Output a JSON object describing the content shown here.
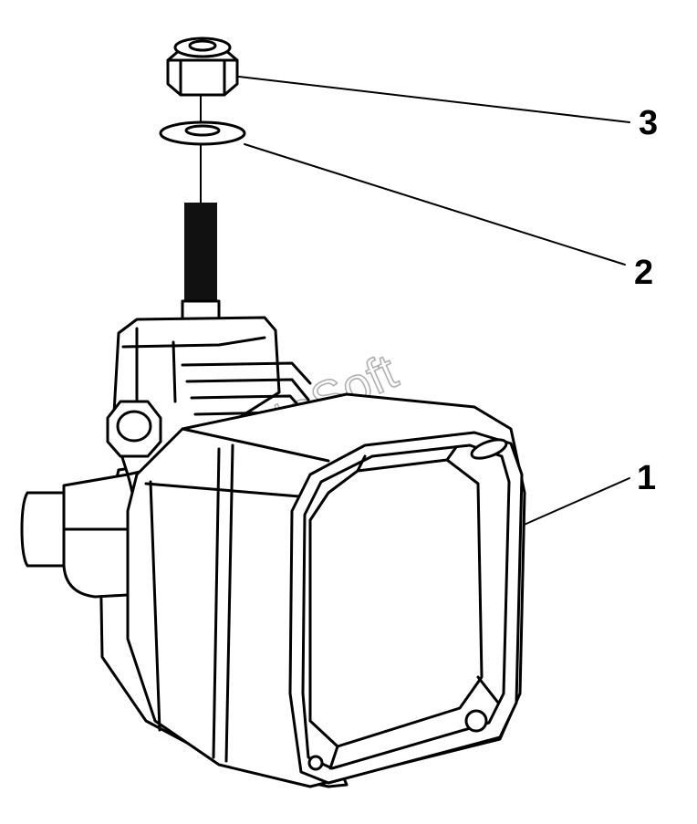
{
  "callouts": [
    {
      "id": "lamp",
      "number": "1"
    },
    {
      "id": "washer",
      "number": "2"
    },
    {
      "id": "nut",
      "number": "3"
    }
  ],
  "watermark": "AutoSoft"
}
